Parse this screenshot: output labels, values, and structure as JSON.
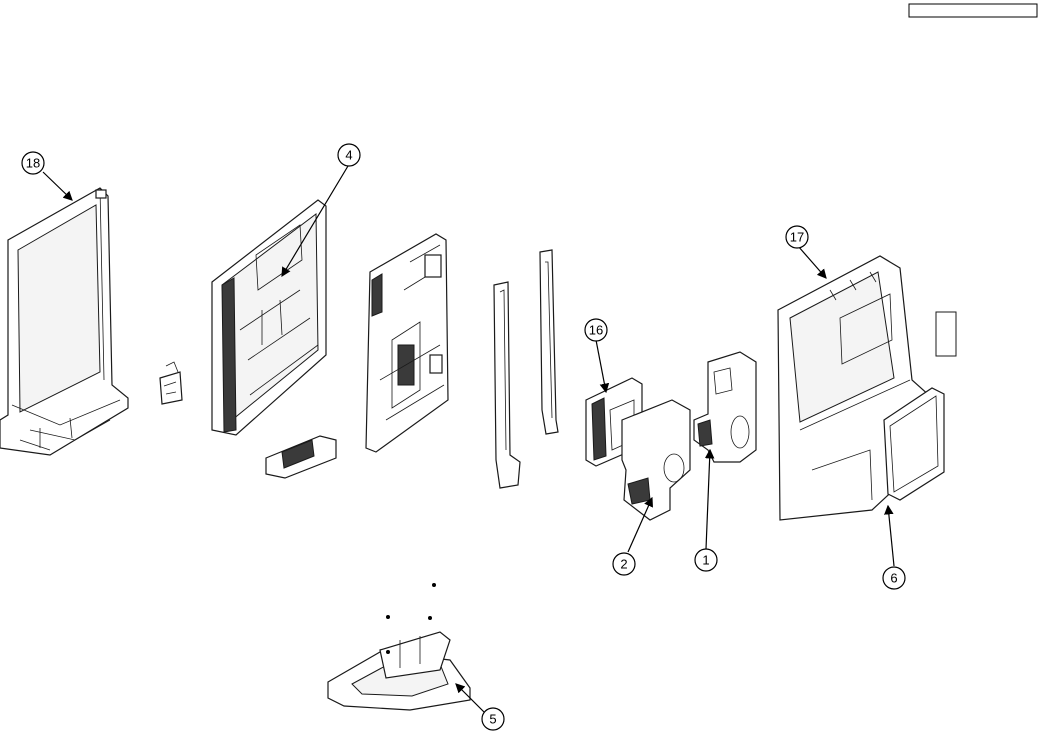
{
  "callouts": [
    {
      "id": "c18",
      "label": "18"
    },
    {
      "id": "c4",
      "label": "4"
    },
    {
      "id": "c17",
      "label": "17"
    },
    {
      "id": "c16",
      "label": "16"
    },
    {
      "id": "c2",
      "label": "2"
    },
    {
      "id": "c1",
      "label": "1"
    },
    {
      "id": "c6",
      "label": "6"
    },
    {
      "id": "c5",
      "label": "5"
    }
  ]
}
